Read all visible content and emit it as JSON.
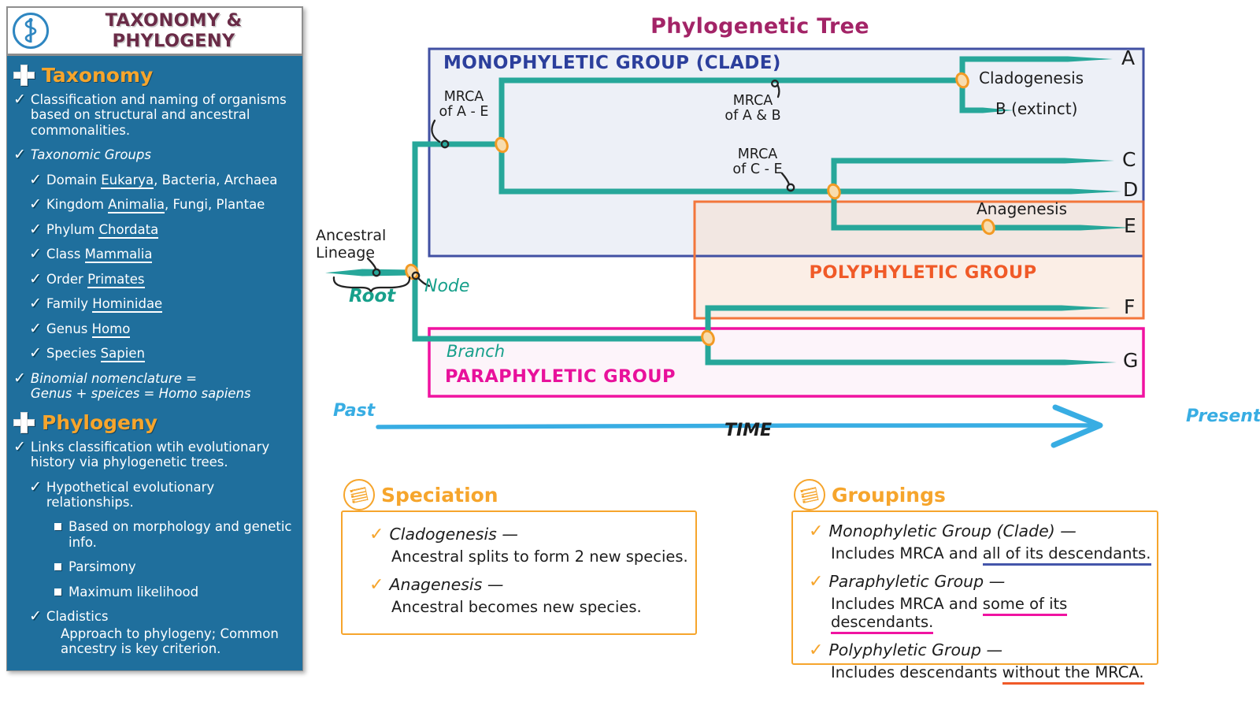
{
  "colors": {
    "sidebar_bg": "#1f6f9d",
    "orange": "#f6a52c",
    "maroon": "#6a2b47",
    "teal": "#27a79a",
    "teal_text": "#17a08b",
    "node_fill": "#f8dcae",
    "node_stroke": "#f29a24",
    "mono_border": "#4150a3",
    "mono_text": "#2c3f9c",
    "mono_fill": "#edf0f7",
    "poly_border": "#f3763b",
    "poly_text": "#f05a28",
    "para_border": "#f012a0",
    "para_text": "#e8119b",
    "time_blue": "#38ade3",
    "title_magenta": "#a32467"
  },
  "header": {
    "title": "TAXONOMY & PHYLOGENY"
  },
  "sidebar": {
    "rows": [
      {
        "t": "h",
        "text": "Taxonomy"
      },
      {
        "t": "c",
        "ind": 0,
        "parts": [
          {
            "x": "Classification and naming of organisms\nbased on structural and ancestral\ncommonalities."
          }
        ]
      },
      {
        "t": "c",
        "ind": 0,
        "it": 1,
        "parts": [
          {
            "x": "Taxonomic Groups"
          }
        ]
      },
      {
        "t": "c",
        "ind": 1,
        "parts": [
          {
            "x": "Domain "
          },
          {
            "x": "Eukarya",
            "u": 1
          },
          {
            "x": ", Bacteria, Archaea"
          }
        ]
      },
      {
        "t": "c",
        "ind": 1,
        "parts": [
          {
            "x": "Kingdom "
          },
          {
            "x": "Animalia",
            "u": 1
          },
          {
            "x": ", Fungi, Plantae"
          }
        ]
      },
      {
        "t": "c",
        "ind": 1,
        "parts": [
          {
            "x": "Phylum "
          },
          {
            "x": "Chordata",
            "u": 1
          }
        ]
      },
      {
        "t": "c",
        "ind": 1,
        "parts": [
          {
            "x": "Class "
          },
          {
            "x": "Mammalia",
            "u": 1
          }
        ]
      },
      {
        "t": "c",
        "ind": 1,
        "parts": [
          {
            "x": "Order "
          },
          {
            "x": "Primates",
            "u": 1
          }
        ]
      },
      {
        "t": "c",
        "ind": 1,
        "parts": [
          {
            "x": "Family "
          },
          {
            "x": "Hominidae",
            "u": 1
          }
        ]
      },
      {
        "t": "c",
        "ind": 1,
        "parts": [
          {
            "x": "Genus "
          },
          {
            "x": "Homo",
            "u": 1
          }
        ]
      },
      {
        "t": "c",
        "ind": 1,
        "parts": [
          {
            "x": "Species "
          },
          {
            "x": "Sapien",
            "u": 1
          }
        ]
      },
      {
        "t": "c",
        "ind": 0,
        "it": 1,
        "parts": [
          {
            "x": "Binomial nomenclature =\nGenus + speices =  Homo sapiens"
          }
        ]
      },
      {
        "t": "h",
        "text": "Phylogeny"
      },
      {
        "t": "c",
        "ind": 0,
        "parts": [
          {
            "x": "Links classification wtih evolutionary\nhistory via phylogenetic trees."
          }
        ]
      },
      {
        "t": "c",
        "ind": 1,
        "parts": [
          {
            "x": "Hypothetical evolutionary relationships."
          }
        ]
      },
      {
        "t": "s",
        "ind": 2,
        "parts": [
          {
            "x": "Based on morphology and genetic info."
          }
        ]
      },
      {
        "t": "s",
        "ind": 2,
        "parts": [
          {
            "x": "Parsimony"
          }
        ]
      },
      {
        "t": "s",
        "ind": 2,
        "parts": [
          {
            "x": "Maximum likelihood"
          }
        ]
      },
      {
        "t": "c",
        "ind": 1,
        "parts": [
          {
            "x": "Cladistics"
          }
        ]
      },
      {
        "t": "n",
        "ind": 3,
        "parts": [
          {
            "x": "Approach to phylogeny; Common\nancestry is key criterion."
          }
        ]
      }
    ]
  },
  "tree": {
    "title": "Phylogenetic Tree",
    "mono_label": "MONOPHYLETIC GROUP (CLADE)",
    "poly_label": "POLYPHYLETIC GROUP",
    "para_label": "PARAPHYLETIC GROUP",
    "branch_label": "Branch",
    "root_label": "Root",
    "node_label": "Node",
    "ancestral_label": "Ancestral\nLineage",
    "mrca_ae": "MRCA\nof A - E",
    "mrca_ab": "MRCA\nof A & B",
    "mrca_ce": "MRCA\nof C - E",
    "cladogenesis": "Cladogenesis",
    "anagenesis": "Anagenesis",
    "taxa": {
      "a": "A",
      "b": "B (extinct)",
      "c": "C",
      "d": "D",
      "e": "E",
      "f": "F",
      "g": "G"
    },
    "time": {
      "past": "Past",
      "label": "TIME",
      "present": "Present"
    }
  },
  "speciation": {
    "title": "Speciation",
    "items": [
      {
        "term": "Cladogenesis —",
        "desc": "Ancestral splits to form 2 new species."
      },
      {
        "term": "Anagenesis —",
        "desc": "Ancestral becomes new species."
      }
    ]
  },
  "groupings": {
    "title": "Groupings",
    "items": [
      {
        "term": "Monophyletic Group (Clade) —",
        "desc_pre": "Includes MRCA and ",
        "desc_u": "all of its descendants.",
        "u_color": "#4455aa"
      },
      {
        "term": "Paraphyletic Group —",
        "desc_pre": "Includes MRCA and ",
        "desc_u": "some of its descendants.",
        "u_color": "#f013a1"
      },
      {
        "term": "Polyphyletic Group —",
        "desc_pre": "Includes descendants ",
        "desc_u": "without the MRCA.",
        "u_color": "#f05a28"
      }
    ]
  }
}
